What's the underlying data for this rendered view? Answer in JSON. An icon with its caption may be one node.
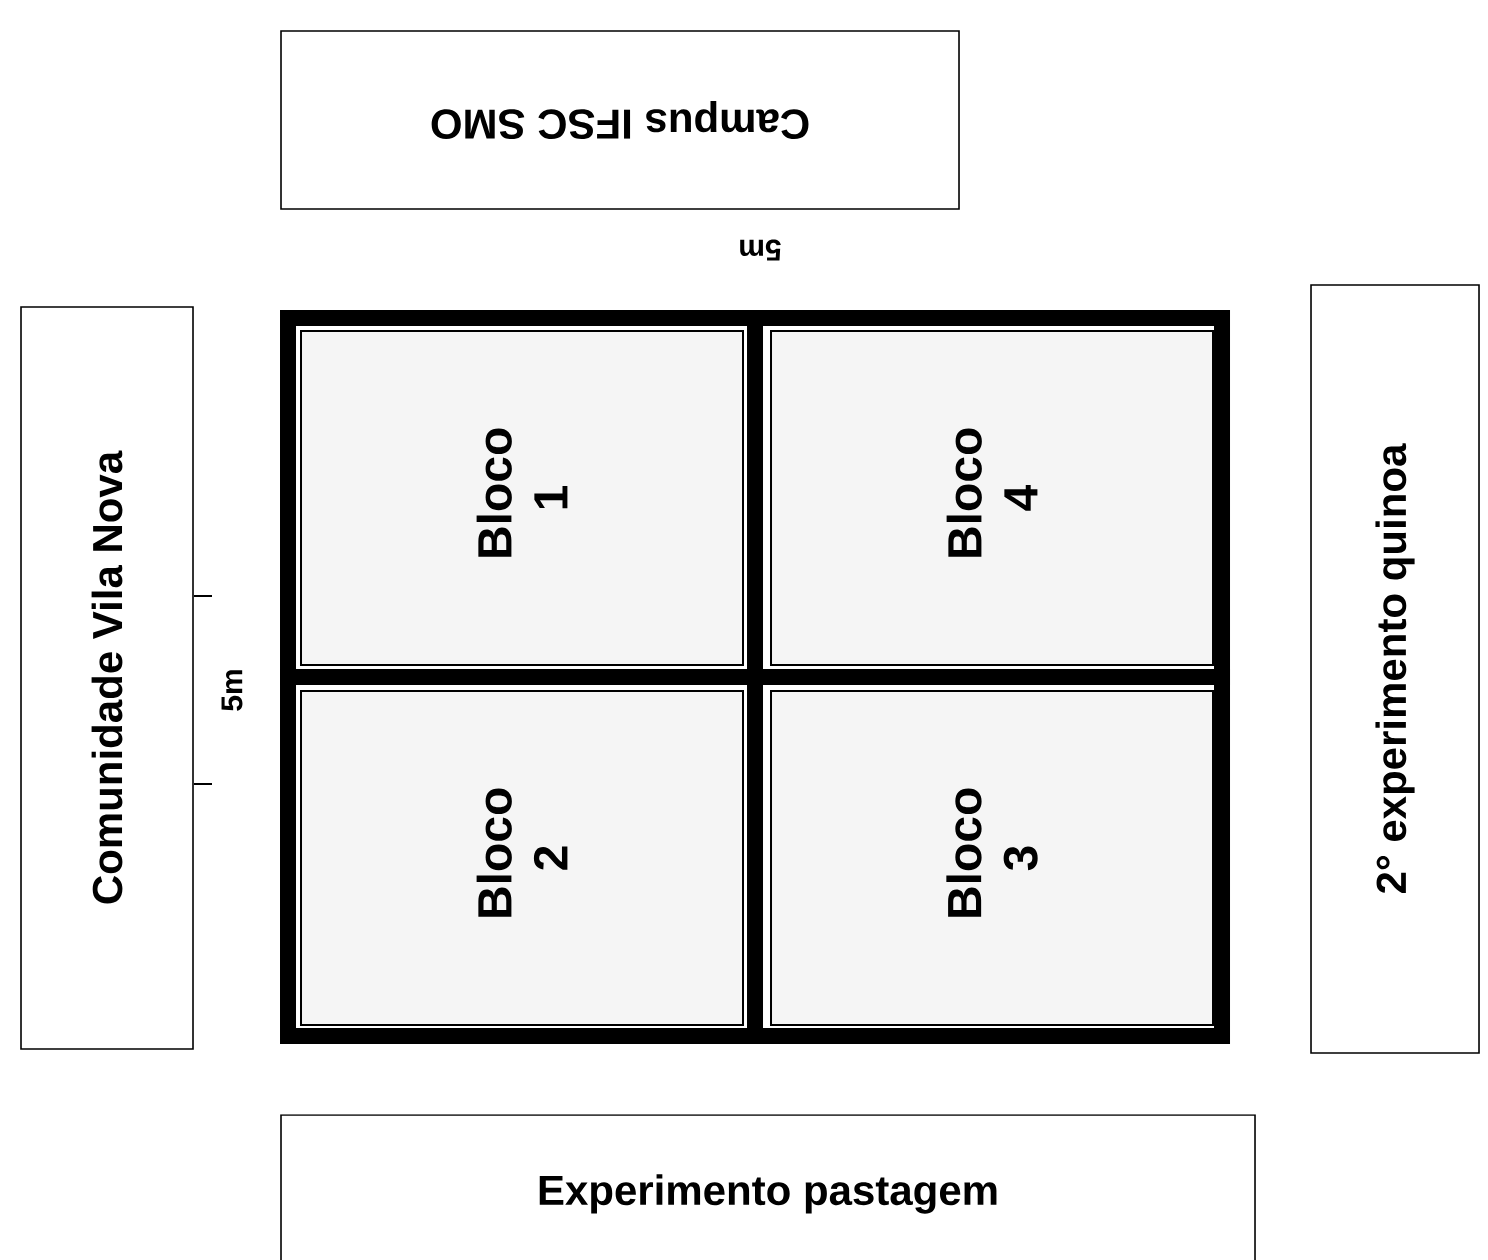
{
  "diagram": {
    "nodes": [
      {
        "text": [
          "Campus IFSC SMO"
        ]
      },
      {
        "text": [
          "Comunidade Vila Nova"
        ]
      },
      {
        "text": [
          "2° experimento quinoa"
        ]
      },
      {
        "text": [
          "Experimento pastagem"
        ]
      },
      {
        "text": [],
        "shape": "box"
      },
      {
        "text": [
          "Bloco 1"
        ],
        "in": 4
      },
      {
        "text": [
          "Bloco 4"
        ],
        "in": 4
      },
      {
        "text": [
          "Bloco 2"
        ],
        "in": 4
      },
      {
        "text": [
          "Bloco 3"
        ],
        "in": 4
      }
    ],
    "labels": [
      "5m",
      "5m"
    ]
  }
}
